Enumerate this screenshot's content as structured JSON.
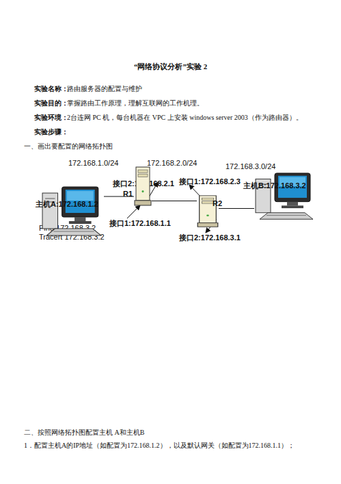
{
  "diagram": {
    "title": "“网络协议分析”实验 2",
    "nodes": [
      {
        "text": [
          "主机A:172.168.1.2"
        ]
      },
      {
        "text": [
          "R1"
        ]
      },
      {
        "text": [
          "R2"
        ]
      },
      {
        "text": [
          "主机B:172.168.3.2"
        ]
      }
    ],
    "edges": [
      {
        "from": 0,
        "to": 1,
        "arrow": "none"
      },
      {
        "from": 1,
        "to": 2,
        "arrow": "none"
      },
      {
        "from": 2,
        "to": 3,
        "arrow": "none"
      }
    ],
    "labels": [
      "实验名称：",
      "路由服务器的配置与维护",
      "实验目的：",
      "掌握路由工作原理，理解互联网的工作机理。",
      "实验环境：",
      "2台连网 PC 机，每台机器在 VPC 上安装 windows server 2003（作为路由器）。",
      "实验步骤：",
      "一、画出要配置的网络拓扑图",
      "172.168.1.0/24",
      "172.168.2.0/24",
      "172.168.3.0/24",
      "接口2:172.168.2.1",
      "接口1:172.168.2.3",
      "接口1:172.168.1.1",
      "接口2:172.168.3.1",
      "Ping 172.168.3.2",
      "Tracert 172.168.3.2",
      "二、按照网络拓扑图配置主机 A和主机B",
      "1．配置主机A的IP地址（如配置为172.168.1.2），以及默认网关（如配置为172.168.1.1）；"
    ]
  }
}
